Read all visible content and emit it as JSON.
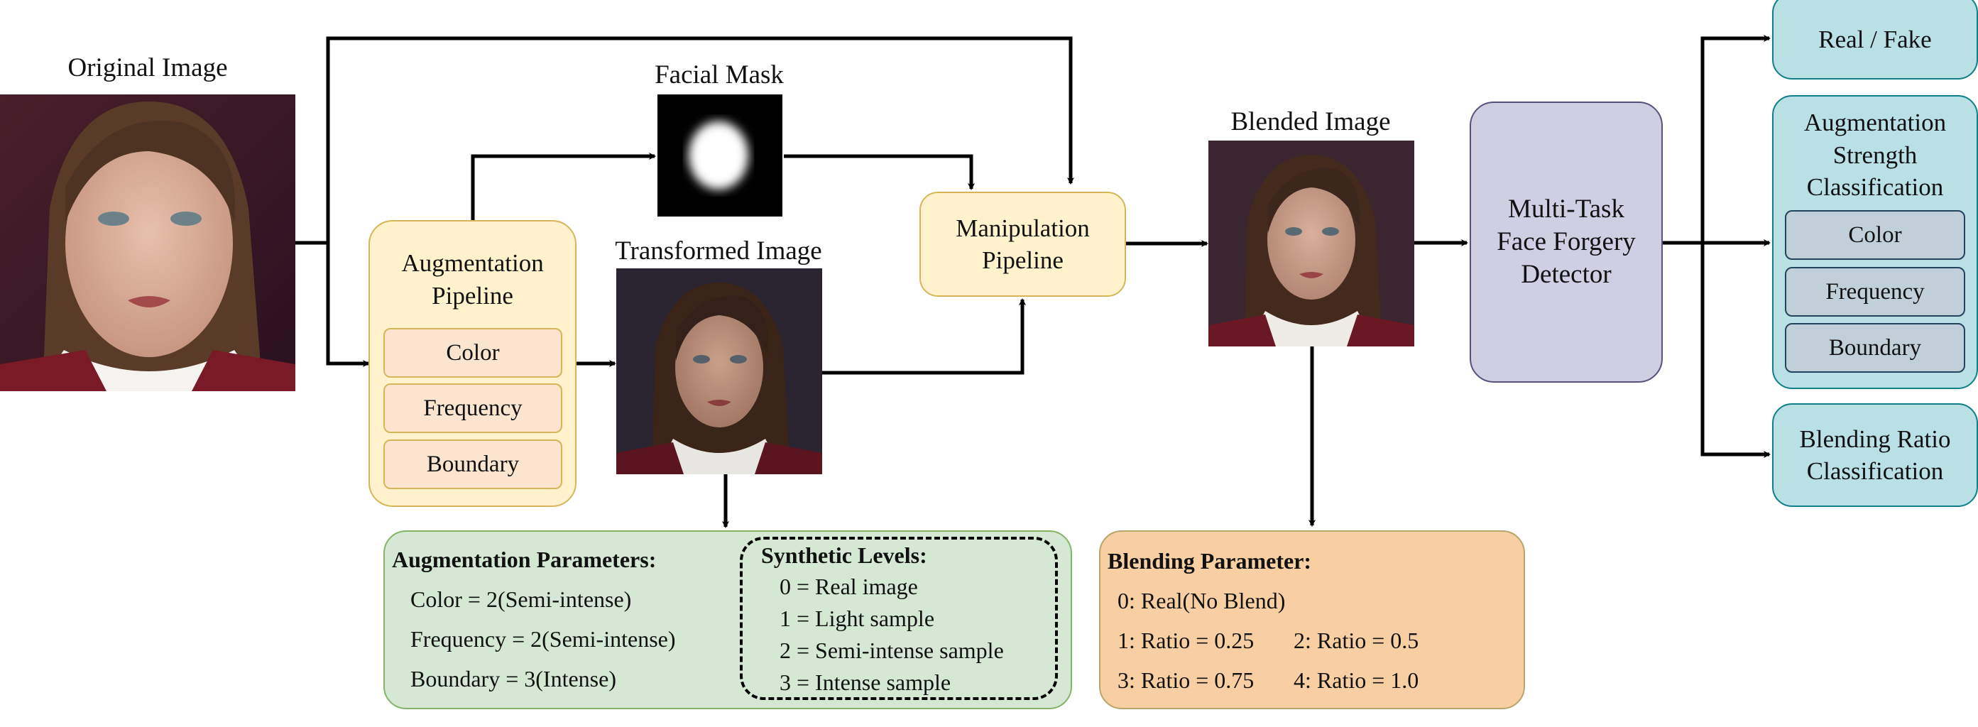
{
  "labels": {
    "original": "Original Image",
    "mask": "Facial Mask",
    "transformed": "Transformed Image",
    "blended": "Blended Image"
  },
  "augmentation_pipeline": {
    "title": "Augmentation Pipeline",
    "items": [
      "Color",
      "Frequency",
      "Boundary"
    ]
  },
  "manipulation_pipeline": {
    "title": "Manipulation Pipeline"
  },
  "detector": {
    "title": "Multi-Task Face Forgery Detector"
  },
  "outputs": {
    "real_fake": "Real / Fake",
    "aug_strength": {
      "title": "Augmentation Strength Classification",
      "items": [
        "Color",
        "Frequency",
        "Boundary"
      ]
    },
    "blending_ratio": "Blending Ratio Classification"
  },
  "aug_params": {
    "title": "Augmentation Parameters:",
    "lines": [
      "Color = 2(Semi-intense)",
      "Frequency = 2(Semi-intense)",
      "Boundary = 3(Intense)"
    ]
  },
  "synthetic_levels": {
    "title": "Synthetic Levels:",
    "lines": [
      "0 = Real image",
      "1 = Light sample",
      "2 = Semi-intense sample",
      "3 = Intense sample"
    ]
  },
  "blending_param": {
    "title": "Blending Parameter:",
    "line0": "0: Real(No Blend)",
    "line1a": "1: Ratio = 0.25",
    "line1b": "2: Ratio = 0.5",
    "line2a": "3: Ratio = 0.75",
    "line2b": "4: Ratio = 1.0"
  },
  "colors": {
    "yellow_fill": "#fff2cc",
    "purple_fill": "#d0cee2",
    "teal_fill": "#b9e0e5",
    "green_fill": "#d5e8d4",
    "orange_fill": "#f8cea3"
  }
}
